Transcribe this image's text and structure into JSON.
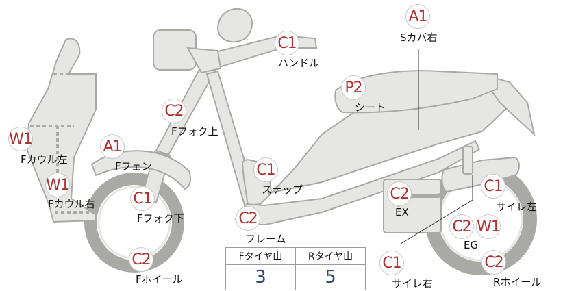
{
  "callouts": [
    {
      "grade": "A1",
      "label": "Sカバ右"
    },
    {
      "grade": "C1",
      "label": "ハンドル"
    },
    {
      "grade": "P2",
      "label": "シート"
    },
    {
      "grade": "C2",
      "label": "Fフォク上"
    },
    {
      "grade": "W1",
      "label": "Fカウル左"
    },
    {
      "grade": "A1",
      "label": "Fフェン"
    },
    {
      "grade": "C1",
      "label": "ステップ"
    },
    {
      "grade": "W1",
      "label": "Fカウル右"
    },
    {
      "grade": "C1",
      "label": "Fフォク下"
    },
    {
      "grade": "C2",
      "label": "フレーム"
    },
    {
      "grade": "C2",
      "label": "Fホイール"
    },
    {
      "grade": "C2",
      "label": "EX"
    },
    {
      "grade": "C1",
      "label": "サイレ左"
    },
    {
      "grade": "C2",
      "label": "EG"
    },
    {
      "grade": "W1",
      "label": ""
    },
    {
      "grade": "C1",
      "label": "サイレ右"
    },
    {
      "grade": "C2",
      "label": "Rホイール"
    }
  ],
  "tire_table": {
    "front_header": "Fタイヤ山",
    "rear_header": "Rタイヤ山",
    "front_value": "3",
    "rear_value": "5"
  }
}
